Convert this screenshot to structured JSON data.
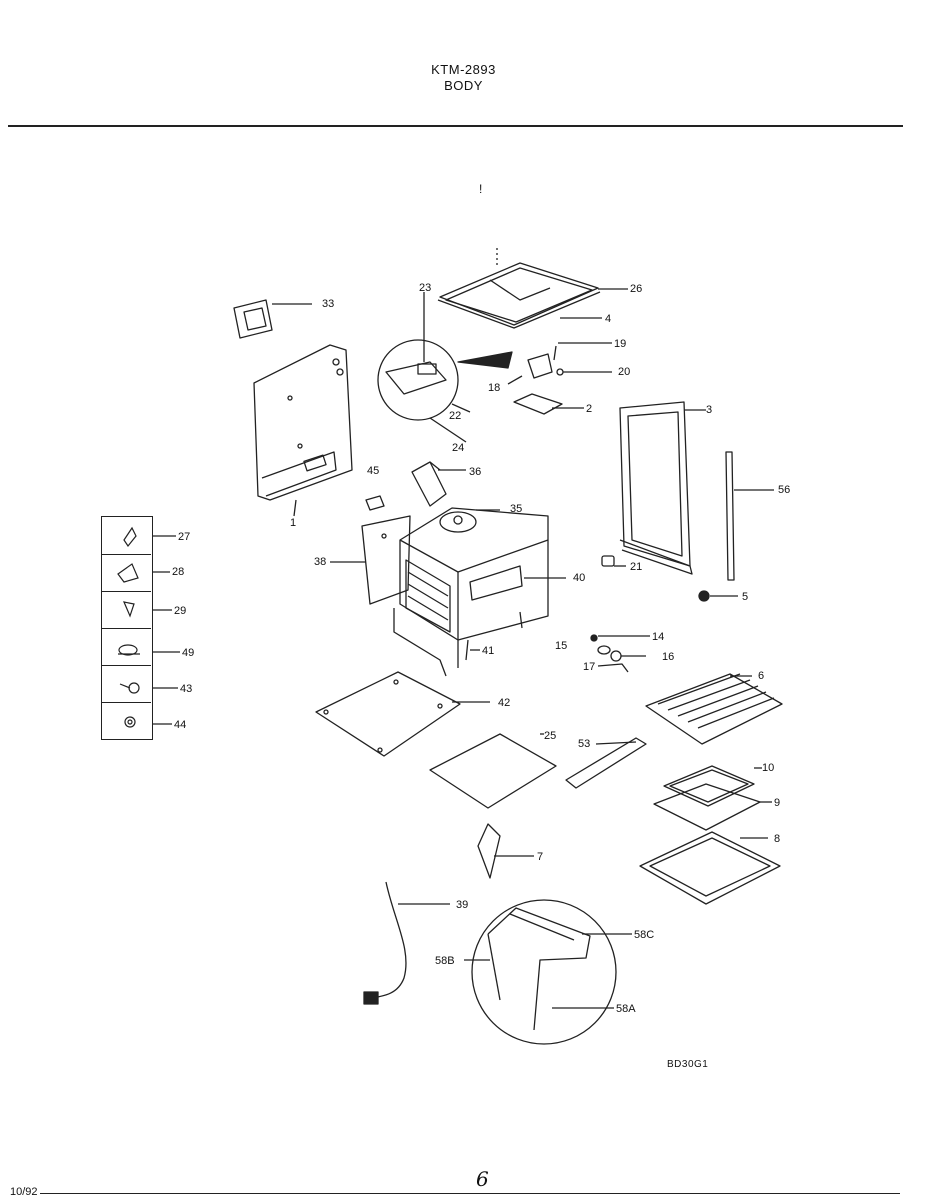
{
  "header": {
    "model": "KTM-2893",
    "section": "BODY"
  },
  "stray_mark": "!",
  "diagram_code": "BD30G1",
  "footer": {
    "date": "10/92",
    "page": "6"
  },
  "callouts": {
    "p1": "1",
    "p2": "2",
    "p3": "3",
    "p4": "4",
    "p5": "5",
    "p6": "6",
    "p7": "7",
    "p8": "8",
    "p9": "9",
    "p10": "10",
    "p14": "14",
    "p15": "15",
    "p16": "16",
    "p17": "17",
    "p18": "18",
    "p19": "19",
    "p20": "20",
    "p21": "21",
    "p22": "22",
    "p23": "23",
    "p24": "24",
    "p25": "25",
    "p26": "26",
    "p27": "27",
    "p28": "28",
    "p29": "29",
    "p33": "33",
    "p35": "35",
    "p36": "36",
    "p38": "38",
    "p39": "39",
    "p40": "40",
    "p41": "41",
    "p42": "42",
    "p43": "43",
    "p44": "44",
    "p45": "45",
    "p49": "49",
    "p53": "53",
    "p56": "56",
    "p58A": "58A",
    "p58B": "58B",
    "p58C": "58C"
  }
}
